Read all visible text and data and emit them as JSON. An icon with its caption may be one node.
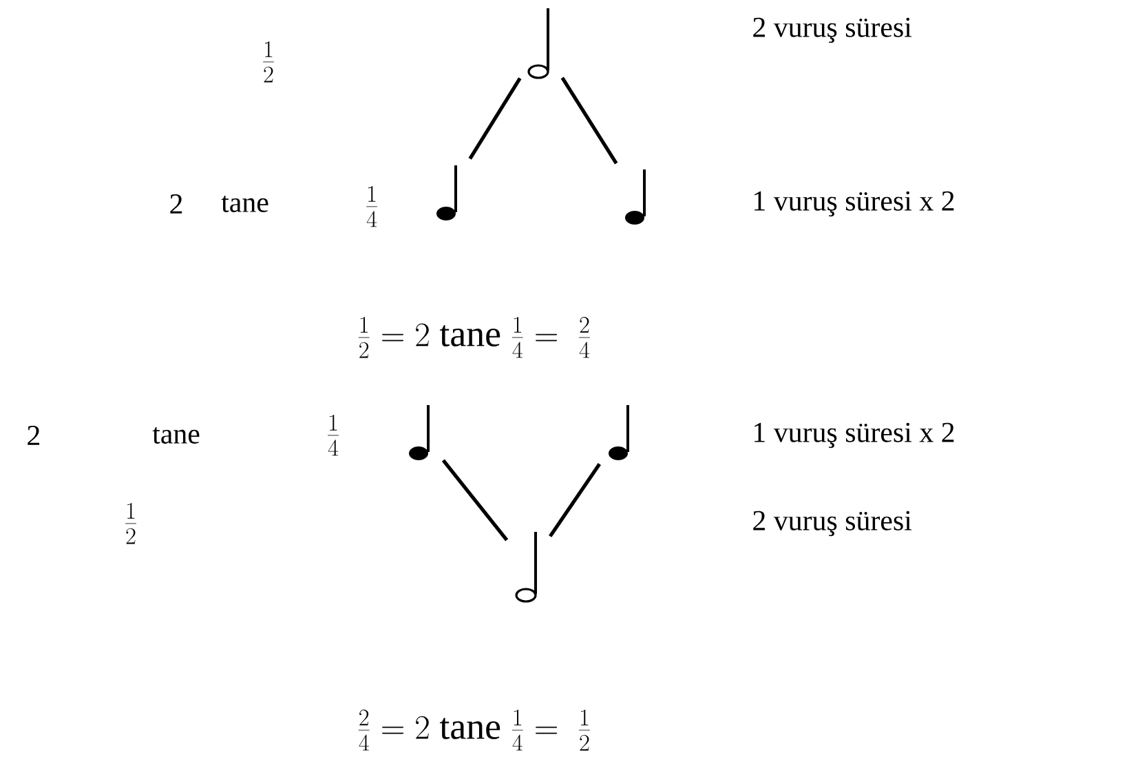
{
  "diagram": {
    "nodes": [
      {
        "text": [],
        "shape": "picture"
      },
      {
        "text": [],
        "shape": "picture"
      },
      {
        "text": [],
        "shape": "picture"
      },
      {
        "text": [],
        "shape": "picture"
      },
      {
        "text": [],
        "shape": "picture"
      },
      {
        "text": [],
        "shape": "picture"
      }
    ],
    "edges": [
      {
        "from": 0,
        "to": 1,
        "arrow": "none"
      },
      {
        "from": 0,
        "to": 2,
        "arrow": "none"
      },
      {
        "from": 3,
        "to": 5,
        "arrow": "none"
      },
      {
        "from": 4,
        "to": 5,
        "arrow": "none"
      }
    ],
    "labels": [
      "\\frac{1}{2}",
      "2 vuruş süresi",
      "2",
      "tane",
      "\\frac{1}{4}",
      "1 vuruş süresi x 2",
      "\\frac{1}{2}= 2\\ \\mathrm{tane}\\ \\frac{1}{4} = \\ \\frac{2}{4}",
      "2",
      "tane",
      "\\frac{1}{4}",
      "1 vuruş süresi x 2",
      "\\frac{1}{2}",
      "2 vuruş süresi",
      "\\frac{2}{4}= 2\\ \\mathrm{tane}\\ \\frac{1}{4} = \\ \\frac{1}{2}"
    ]
  }
}
